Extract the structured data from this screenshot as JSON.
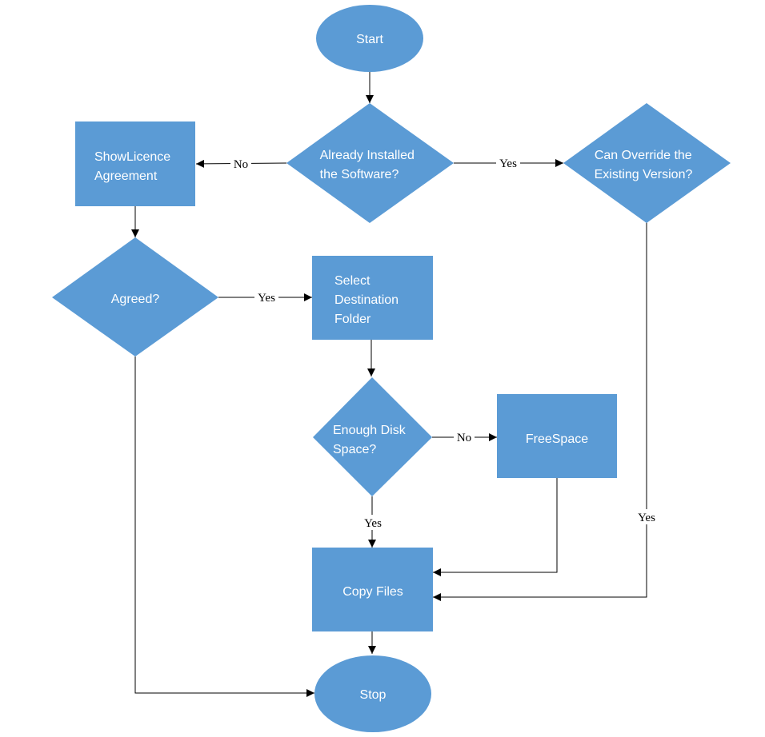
{
  "nodes": {
    "start": {
      "label": [
        "Start"
      ],
      "shape": "ellipse"
    },
    "already_installed": {
      "label": [
        "Already Installed",
        "the Software?"
      ],
      "shape": "diamond"
    },
    "can_override": {
      "label": [
        "Can Override the",
        "Existing Version?"
      ],
      "shape": "diamond"
    },
    "show_licence": {
      "label": [
        "ShowLicence",
        "Agreement"
      ],
      "shape": "rectangle"
    },
    "agreed": {
      "label": [
        "Agreed?"
      ],
      "shape": "diamond"
    },
    "select_folder": {
      "label": [
        "Select",
        "Destination",
        "Folder"
      ],
      "shape": "rectangle"
    },
    "enough_disk": {
      "label": [
        "Enough Disk",
        "Space?"
      ],
      "shape": "diamond"
    },
    "free_space": {
      "label": [
        "FreeSpace"
      ],
      "shape": "rectangle"
    },
    "copy_files": {
      "label": [
        "Copy Files"
      ],
      "shape": "rectangle"
    },
    "stop": {
      "label": [
        "Stop"
      ],
      "shape": "ellipse"
    }
  },
  "edges": {
    "start_to_installed": {
      "from": "start",
      "to": "already_installed",
      "label": ""
    },
    "installed_no": {
      "from": "already_installed",
      "to": "show_licence",
      "label": "No"
    },
    "installed_yes": {
      "from": "already_installed",
      "to": "can_override",
      "label": "Yes"
    },
    "licence_to_agreed": {
      "from": "show_licence",
      "to": "agreed",
      "label": ""
    },
    "agreed_yes": {
      "from": "agreed",
      "to": "select_folder",
      "label": "Yes"
    },
    "folder_to_disk": {
      "from": "select_folder",
      "to": "enough_disk",
      "label": ""
    },
    "disk_no": {
      "from": "enough_disk",
      "to": "free_space",
      "label": "No"
    },
    "disk_yes": {
      "from": "enough_disk",
      "to": "copy_files",
      "label": "Yes"
    },
    "freespace_to_copy": {
      "from": "free_space",
      "to": "copy_files",
      "label": ""
    },
    "override_yes": {
      "from": "can_override",
      "to": "copy_files",
      "label": "Yes"
    },
    "copy_to_stop": {
      "from": "copy_files",
      "to": "stop",
      "label": ""
    },
    "agreed_to_stop": {
      "from": "agreed",
      "to": "stop",
      "label": ""
    }
  },
  "colors": {
    "node_fill": "#5b9bd5",
    "node_text": "#ffffff",
    "line": "#000000"
  }
}
